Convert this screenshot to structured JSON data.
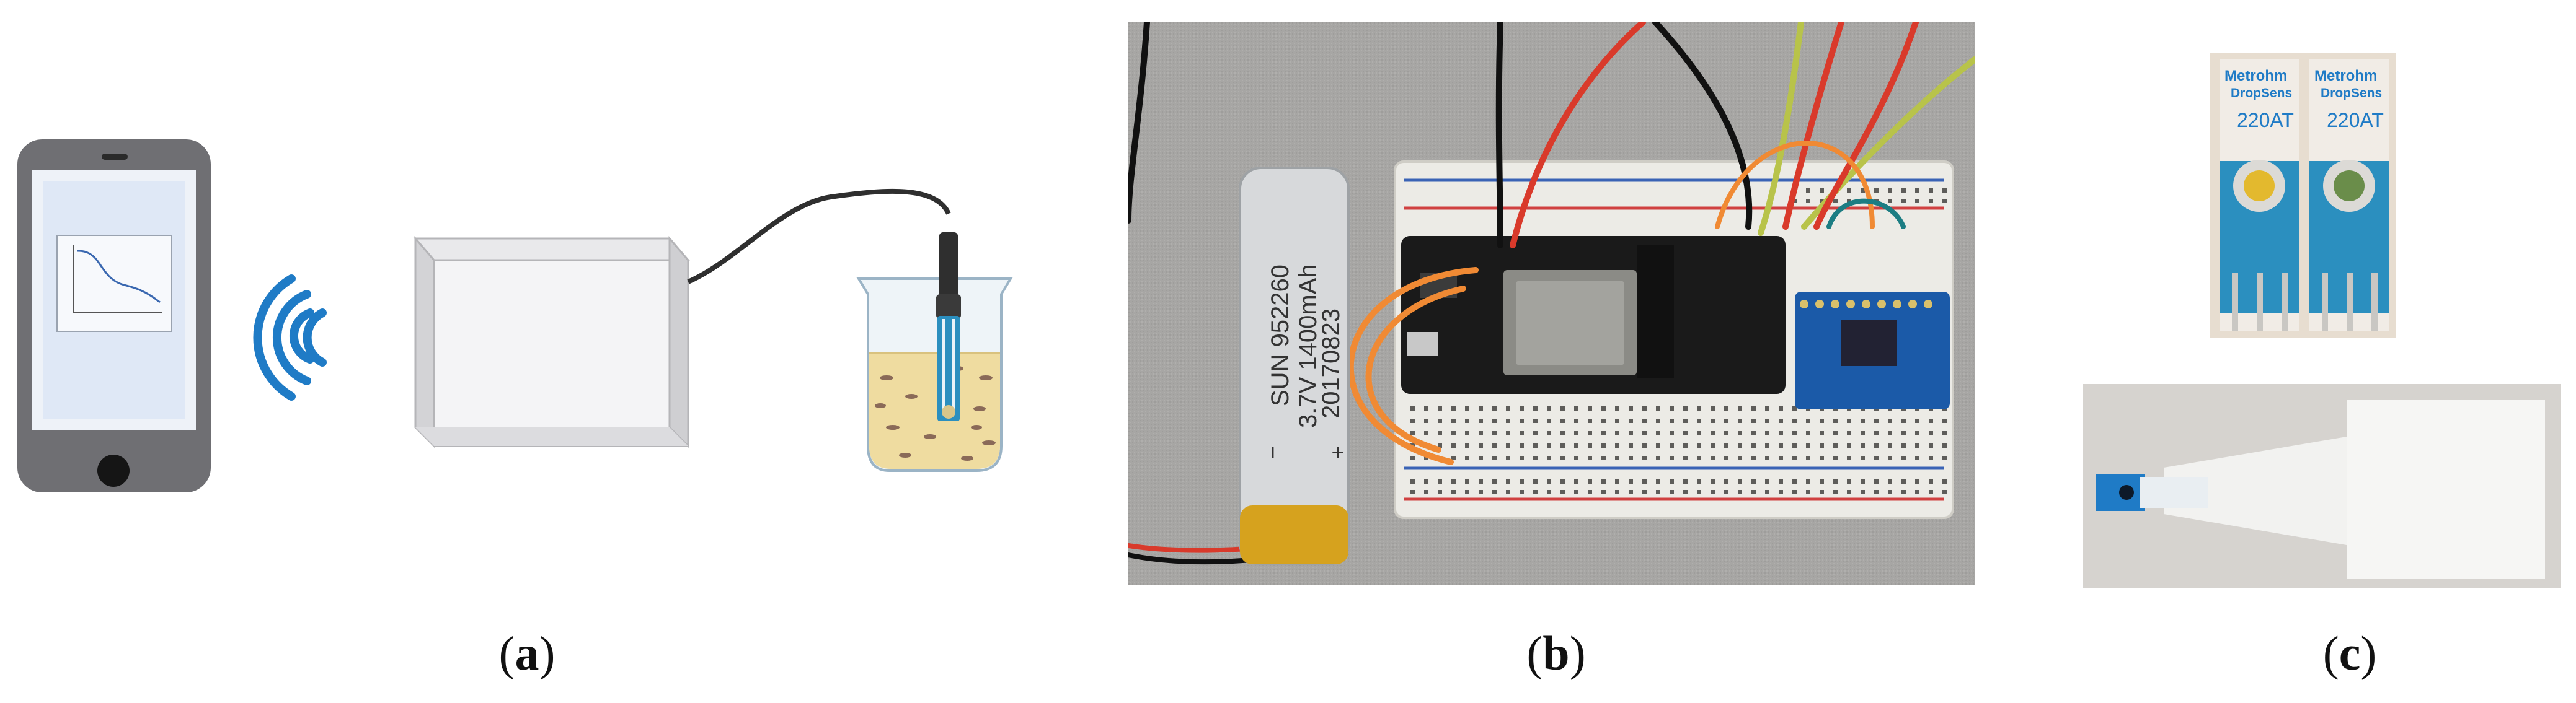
{
  "figure": {
    "panel_a": {
      "caption_letter": "a"
    },
    "panel_b": {
      "caption_letter": "b",
      "battery_text_1": "SUN 952260",
      "battery_text_2": "3.7V 1400mAh",
      "battery_text_3": "20170823",
      "battery_minus": "−",
      "battery_plus": "+"
    },
    "panel_c": {
      "caption_letter": "c",
      "electrode_brand": "Metrohm",
      "electrode_sub": "DropSens",
      "electrode_model": "220AT"
    }
  },
  "colors": {
    "wifi_blue": "#1f7bc6",
    "phone_gray": "#6e6e72",
    "phone_screen": "#dfe8f6",
    "liquid": "#efdca0",
    "electrode_blue": "#2b8fbf",
    "sensor_blue": "#1b5aa8"
  }
}
